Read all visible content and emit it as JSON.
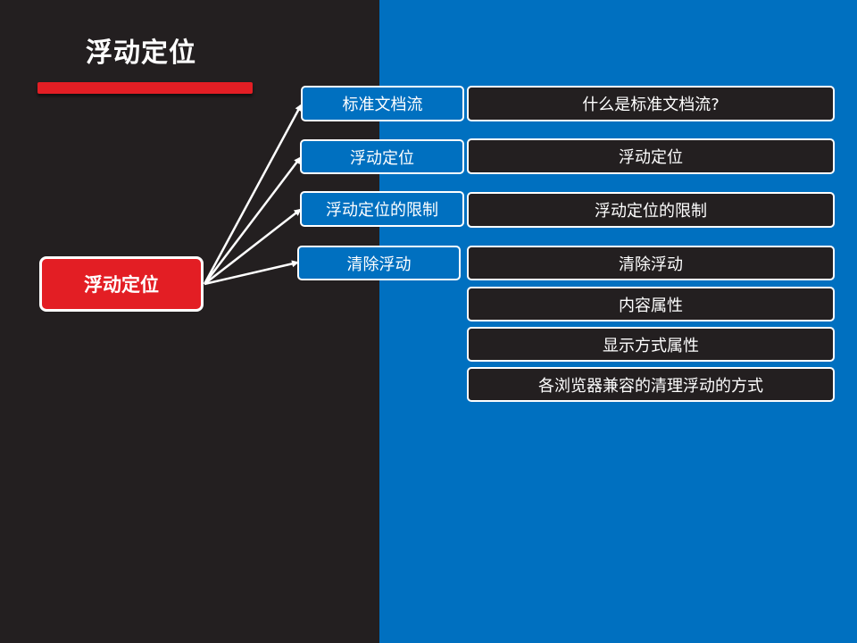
{
  "slide": {
    "title": "浮动定位"
  },
  "root": {
    "label": "浮动定位"
  },
  "categories": [
    {
      "label": "标准文档流"
    },
    {
      "label": "浮动定位"
    },
    {
      "label": "浮动定位的限制"
    },
    {
      "label": "清除浮动"
    }
  ],
  "details": [
    {
      "label": "什么是标准文档流?"
    },
    {
      "label": "浮动定位"
    },
    {
      "label": "浮动定位的限制"
    },
    {
      "label": "清除浮动"
    },
    {
      "label": "内容属性"
    },
    {
      "label": "显示方式属性"
    },
    {
      "label": "各浏览器兼容的清理浮动的方式"
    }
  ],
  "colors": {
    "left_panel": "#231f20",
    "right_panel": "#0070c0",
    "accent_red": "#e31e24",
    "text": "#ffffff"
  }
}
